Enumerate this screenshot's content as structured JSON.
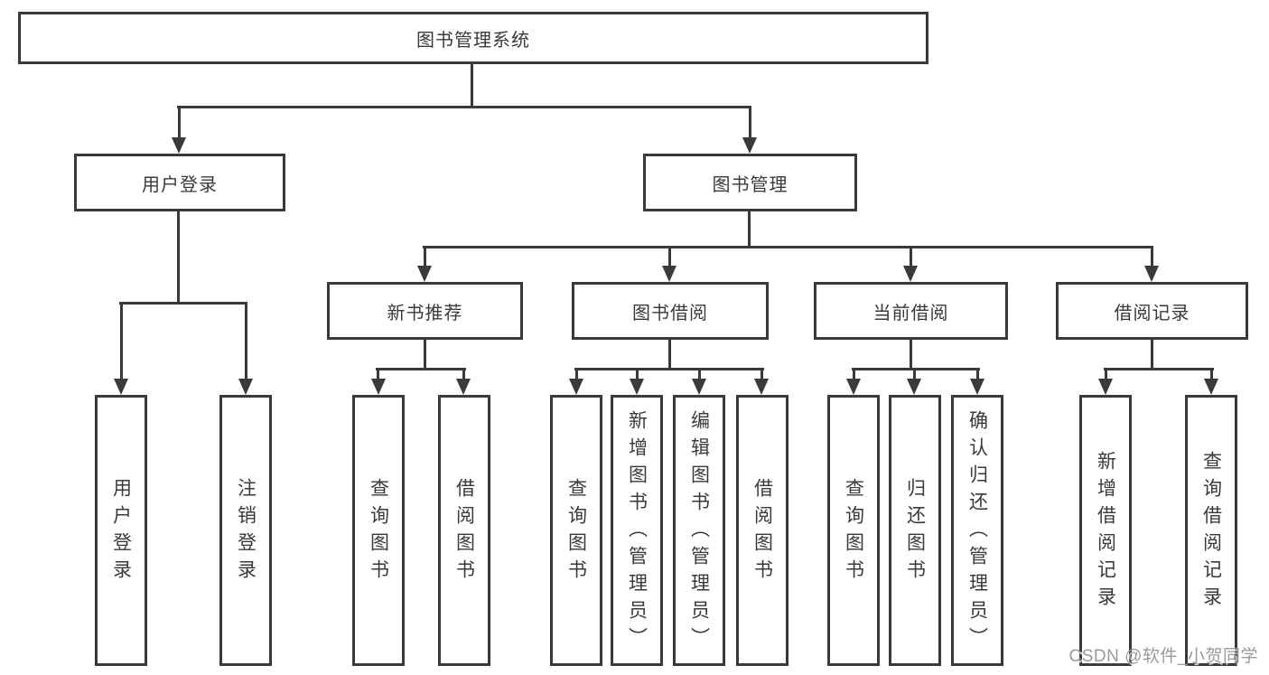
{
  "diagram": {
    "type": "tree",
    "title": "图书管理系统",
    "tree": {
      "root": "图书管理系统",
      "branches": [
        {
          "label": "用户登录",
          "children": [
            "用户登录",
            "注销登录"
          ]
        },
        {
          "label": "图书管理",
          "children": [
            {
              "label": "新书推荐",
              "children": [
                "查询图书",
                "借阅图书"
              ]
            },
            {
              "label": "图书借阅",
              "children": [
                "查询图书",
                "新增图书（管理员）",
                "编辑图书（管理员）",
                "借阅图书"
              ]
            },
            {
              "label": "当前借阅",
              "children": [
                "查询图书",
                "归还图书",
                "确认归还（管理员）"
              ]
            },
            {
              "label": "借阅记录",
              "children": [
                "新增借阅记录",
                "查询借阅记录"
              ]
            }
          ]
        }
      ]
    }
  },
  "watermark": "CSDN @软件_小贺同学",
  "colors": {
    "line": "#3a3a3a",
    "text": "#3a3a3a",
    "background": "#ffffff",
    "watermark_text": "#9a9a9a"
  }
}
